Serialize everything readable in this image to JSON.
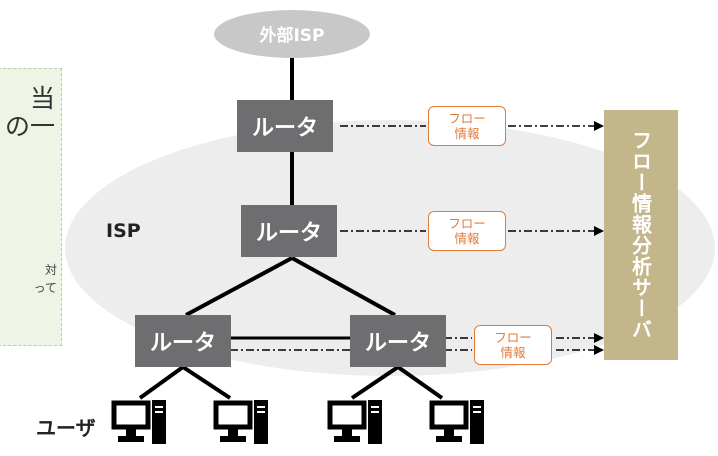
{
  "external_isp": "外部ISP",
  "isp": "ISP",
  "router_label": "ルータ",
  "flow_box": {
    "line1": "フロー",
    "line2": "情報"
  },
  "server_label": "フロー情報分析サーバ",
  "user_label": "ユーザ",
  "side_panel": {
    "big_line1": "当",
    "big_line2": "の一",
    "small_line1": "対",
    "small_line2": "って"
  },
  "colors": {
    "router": "#6e6e70",
    "flow_accent": "#e07b39",
    "server": "#c4b68b",
    "cloud": "#ededed",
    "external_isp": "#c8c8c8",
    "side_panel": "#eef4e6"
  },
  "icons": [
    "desktop-computer-icon",
    "desktop-computer-icon",
    "desktop-computer-icon",
    "desktop-computer-icon"
  ]
}
